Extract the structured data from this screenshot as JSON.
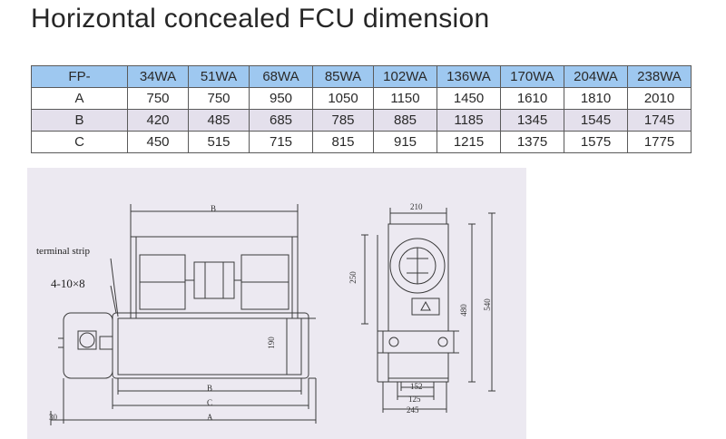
{
  "title": "Horizontal concealed FCU dimension",
  "table": {
    "header": [
      "FP-",
      "34WA",
      "51WA",
      "68WA",
      "85WA",
      "102WA",
      "136WA",
      "170WA",
      "204WA",
      "238WA"
    ],
    "rows": [
      {
        "label": "A",
        "values": [
          "750",
          "750",
          "950",
          "1050",
          "1150",
          "1450",
          "1610",
          "1810",
          "2010"
        ]
      },
      {
        "label": "B",
        "values": [
          "420",
          "485",
          "685",
          "785",
          "885",
          "1185",
          "1345",
          "1545",
          "1745"
        ]
      },
      {
        "label": "C",
        "values": [
          "450",
          "515",
          "715",
          "815",
          "915",
          "1215",
          "1375",
          "1575",
          "1775"
        ]
      }
    ]
  },
  "drawing": {
    "terminal_label": "terminal strip",
    "holes_label": "4-10×8",
    "front": {
      "dim_b_top": "B",
      "dim_190": "190",
      "dim_b_bottom": "B",
      "dim_c": "C",
      "dim_a": "A",
      "dim_30": "30"
    },
    "side": {
      "dim_210": "210",
      "dim_250": "250",
      "dim_480": "480",
      "dim_540": "540",
      "dim_152": "152",
      "dim_125": "125",
      "dim_245": "245"
    }
  },
  "colors": {
    "header_bg": "#9ec8f0",
    "row_alt_bg": "#e4e0ec",
    "drawing_bg": "#ece9f1"
  }
}
